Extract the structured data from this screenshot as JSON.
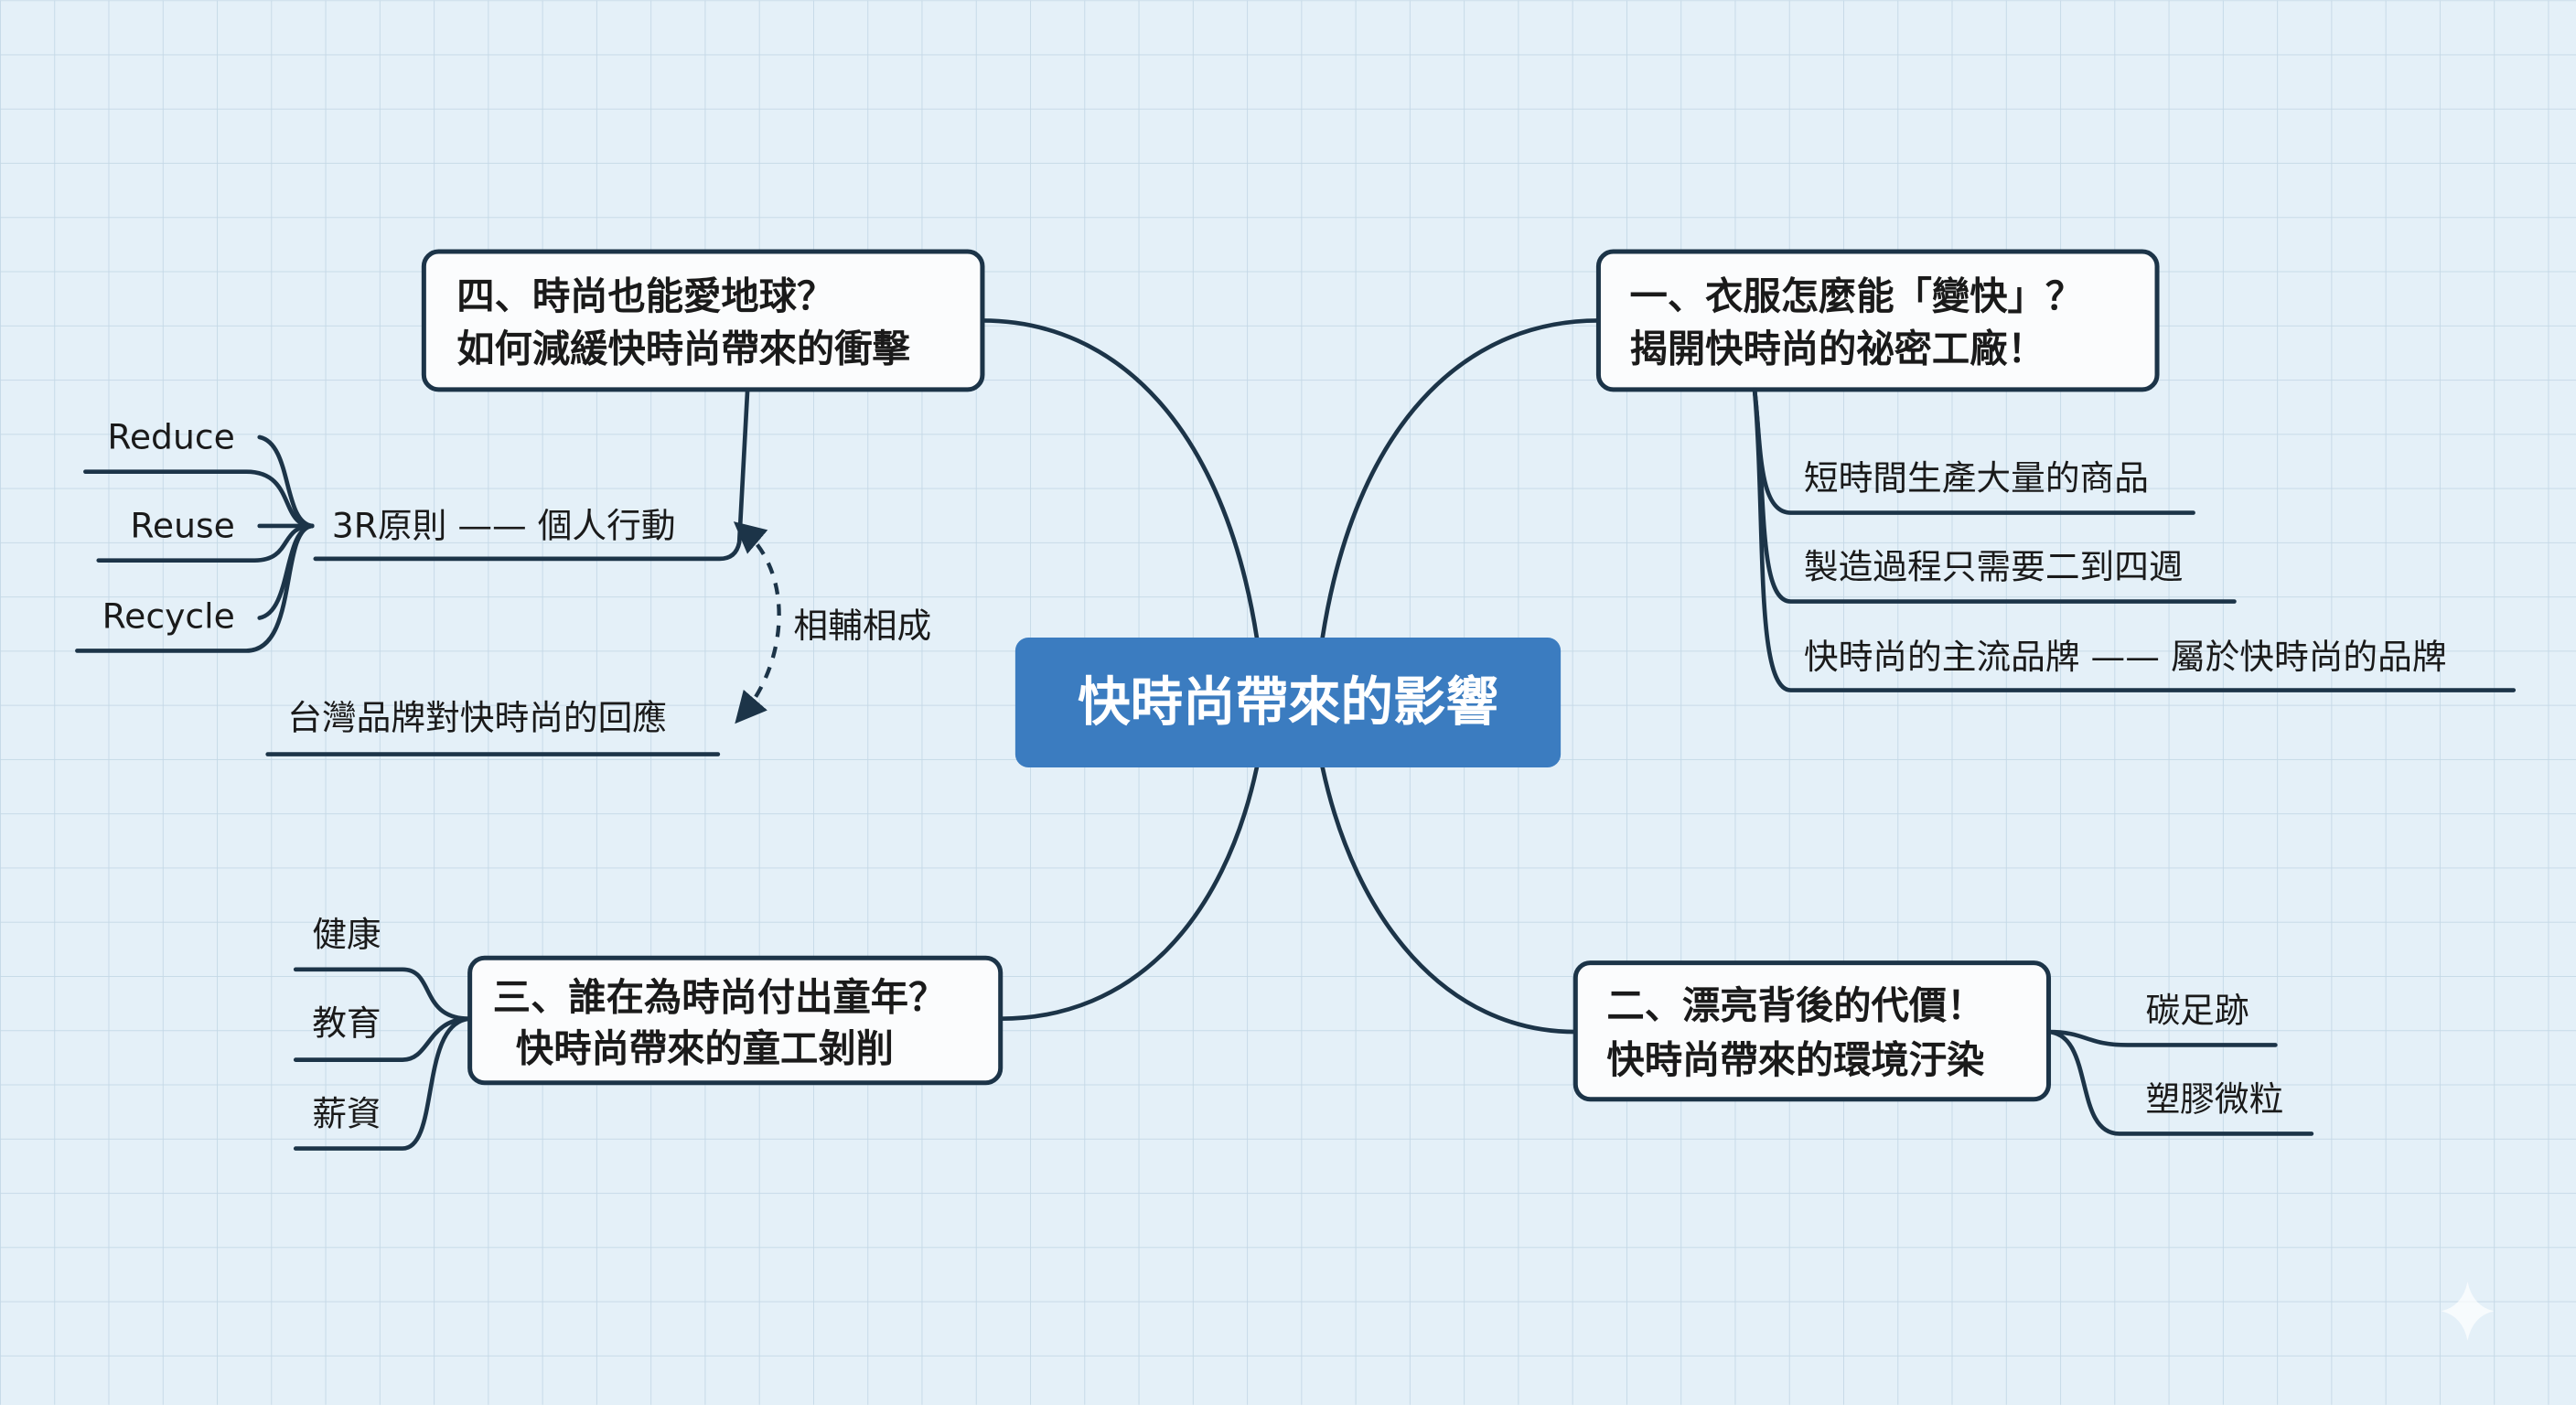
{
  "center": {
    "title": "快時尚帶來的影響",
    "color": "#3b7cc0"
  },
  "branches": {
    "b1": {
      "line1": "一、衣服怎麼能「變快」？",
      "line2": "揭開快時尚的祕密工廠！",
      "items": [
        "短時間生產大量的商品",
        "製造過程只需要二到四週",
        "快時尚的主流品牌 —— 屬於快時尚的品牌"
      ]
    },
    "b2": {
      "line1": "二、漂亮背後的代價！",
      "line2": "快時尚帶來的環境汙染",
      "items": [
        "碳足跡",
        "塑膠微粒"
      ]
    },
    "b3": {
      "line1": "三、誰在為時尚付出童年？",
      "line2": "快時尚帶來的童工剝削",
      "items": [
        "健康",
        "教育",
        "薪資"
      ]
    },
    "b4": {
      "line1": "四、時尚也能愛地球？",
      "line2": "如何減緩快時尚帶來的衝擊",
      "principle": "3R原則 —— 個人行動",
      "r_items": [
        "Reduce",
        "Reuse",
        "Recycle"
      ],
      "taiwan": "台灣品牌對快時尚的回應",
      "relation": "相輔相成"
    }
  }
}
